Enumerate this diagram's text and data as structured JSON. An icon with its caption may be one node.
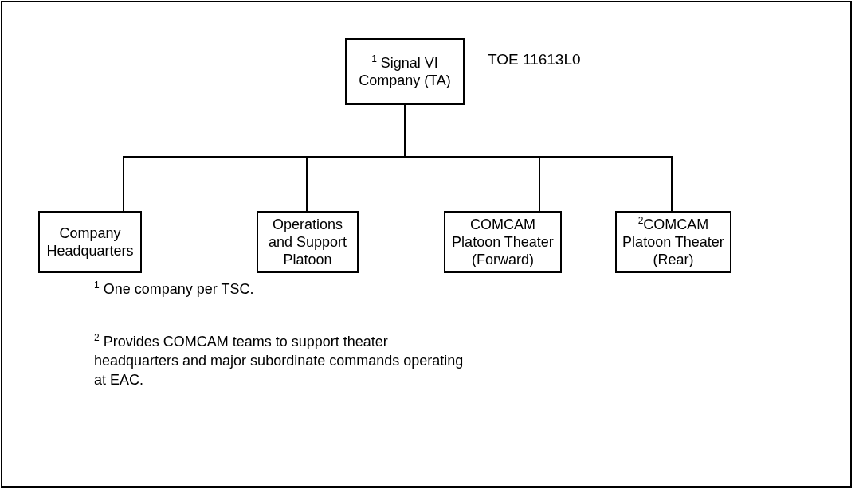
{
  "diagram": {
    "nodes": [
      {
        "text": [
          "$^{1}$ Signal VI Company (TA)"
        ],
        "beside": [
          "TOE 11613L0"
        ]
      },
      {
        "text": [
          "Company Headquarters"
        ]
      },
      {
        "text": [
          "Operations and Support Platoon"
        ]
      },
      {
        "text": [
          "COMCAM Platoon Theater (Forward)"
        ]
      },
      {
        "text": [
          "$^{2}$COMCAM Platoon Theater (Rear)"
        ]
      }
    ],
    "edges": [
      {
        "from": 0,
        "to": 1,
        "arrow": "none"
      },
      {
        "from": 0,
        "to": 2,
        "arrow": "none"
      },
      {
        "from": 0,
        "to": 3,
        "arrow": "none"
      },
      {
        "from": 0,
        "to": 4,
        "arrow": "none"
      }
    ],
    "labels": [
      "$^{1}$ One company per TSC.",
      "$^{2}$ Provides COMCAM teams to support theater headquarters and major subordinate commands operating at EAC."
    ]
  }
}
